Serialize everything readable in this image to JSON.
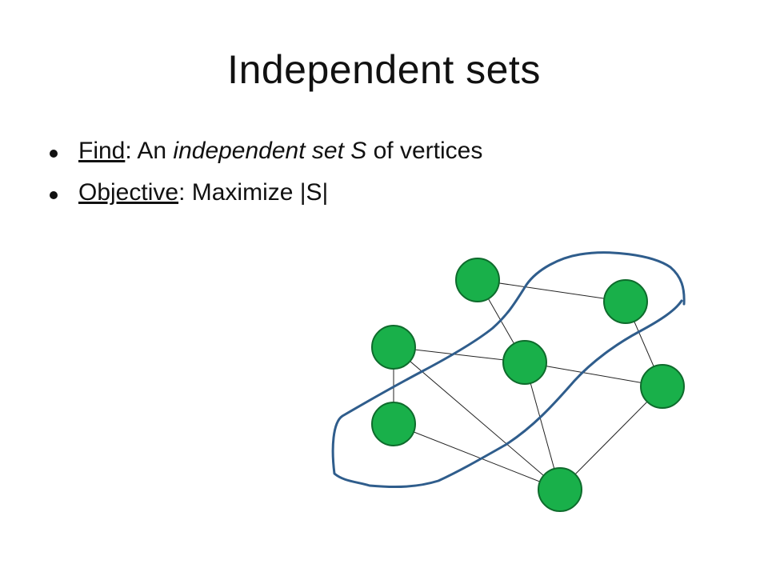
{
  "slide": {
    "title": "Independent sets",
    "bullets": [
      {
        "term": "Find",
        "sep": ": An ",
        "italic": "independent set S",
        "rest": " of vertices"
      },
      {
        "term": "Objective",
        "sep": ": Maximize |S|",
        "italic": "",
        "rest": ""
      }
    ]
  },
  "graph": {
    "node_color": "#19b04a",
    "node_stroke": "#0e6b2c",
    "edge_color": "#222222",
    "loop_color": "#2f5d8c",
    "nodes": [
      "top",
      "top-right",
      "left",
      "center",
      "right",
      "lower-left",
      "bottom"
    ],
    "edges": [
      [
        "top",
        "top-right"
      ],
      [
        "top",
        "center"
      ],
      [
        "left",
        "center"
      ],
      [
        "left",
        "lower-left"
      ],
      [
        "left",
        "bottom"
      ],
      [
        "center",
        "right"
      ],
      [
        "center",
        "bottom"
      ],
      [
        "top-right",
        "right"
      ],
      [
        "right",
        "bottom"
      ],
      [
        "lower-left",
        "bottom"
      ]
    ]
  }
}
